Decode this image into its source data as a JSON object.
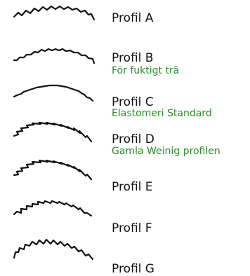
{
  "note_color": "#2e8b2e",
  "profiles": [
    {
      "name": "Profil A",
      "note": "",
      "icon": "profile-a-icon"
    },
    {
      "name": "Profil B",
      "note": "För fuktigt trä",
      "icon": "profile-b-icon"
    },
    {
      "name": "Profil C",
      "note": "Elastomeri Standard",
      "icon": "profile-c-icon"
    },
    {
      "name": "Profil D",
      "note": "Gamla Weinig profilen",
      "icon": "profile-d-icon"
    },
    {
      "name": "Profil E",
      "note": "",
      "icon": "profile-e-icon"
    },
    {
      "name": "Profil F",
      "note": "",
      "icon": "profile-f-icon"
    },
    {
      "name": "Profil G",
      "note": "",
      "icon": "profile-g-icon"
    }
  ]
}
